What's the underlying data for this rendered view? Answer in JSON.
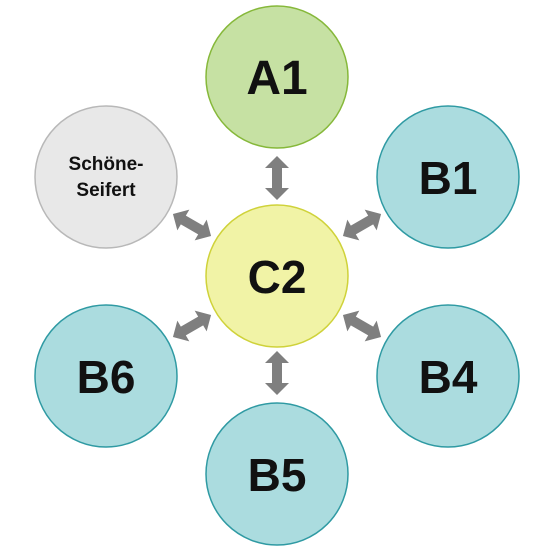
{
  "nodes": {
    "center": {
      "label": "C2",
      "fill": "#f1f3a6",
      "stroke": "#cfd23a"
    },
    "top": {
      "label": "A1",
      "fill": "#c6e1a3",
      "stroke": "#86b83a"
    },
    "top_right": {
      "label": "B1",
      "fill": "#abdcdf",
      "stroke": "#2f9aa3"
    },
    "bottom_right": {
      "label": "B4",
      "fill": "#abdcdf",
      "stroke": "#2f9aa3"
    },
    "bottom": {
      "label": "B5",
      "fill": "#abdcdf",
      "stroke": "#2f9aa3"
    },
    "bottom_left": {
      "label": "B6",
      "fill": "#abdcdf",
      "stroke": "#2f9aa3"
    },
    "top_left": {
      "label_line1": "Schöne-",
      "label_line2": "Seifert",
      "fill": "#e8e8e8",
      "stroke": "#b8b8b8"
    }
  },
  "arrow_color": "#7f7f7f"
}
